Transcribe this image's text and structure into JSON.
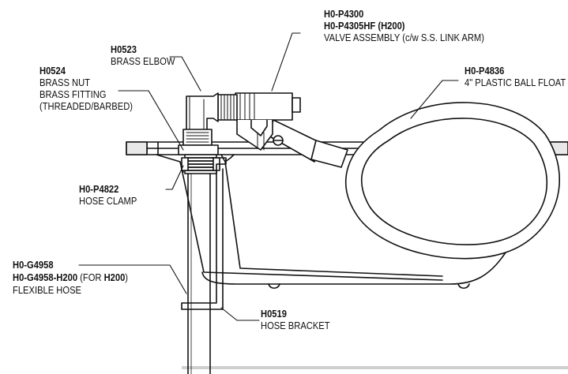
{
  "callouts": {
    "valve": {
      "part1": "H0-P4300",
      "part2": "H0-P4305HF (H200)",
      "desc": "VALVE ASSEMBLY (c/w S.S. LINK ARM)"
    },
    "elbow": {
      "part": "H0523",
      "desc": "BRASS ELBOW"
    },
    "nut": {
      "part": "H0524",
      "line1": "BRASS NUT",
      "line2": "BRASS FITTING",
      "line3": "(THREADED/BARBED)"
    },
    "float": {
      "part": "H0-P4836",
      "desc": "4\" PLASTIC BALL FLOAT"
    },
    "clamp": {
      "part": "H0-P4822",
      "desc": "HOSE CLAMP"
    },
    "hose": {
      "part1": "H0-G4958",
      "part2_bold": "H0-G4958-H200",
      "part2_mid": " (FOR ",
      "part2_end_bold": "H200",
      "part2_close": ")",
      "desc": "FLEXIBLE HOSE"
    },
    "bracket": {
      "part": "H0519",
      "desc": "HOSE BRACKET"
    }
  },
  "colors": {
    "line": "#111111",
    "fill": "#ffffff",
    "shade": "#bdbdbd"
  }
}
